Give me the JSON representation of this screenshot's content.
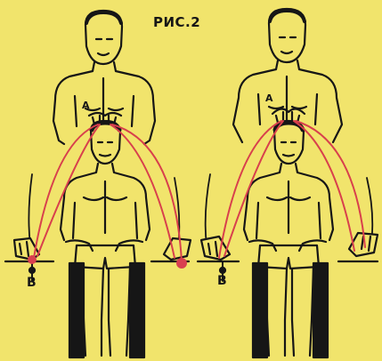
{
  "caption": "РИС.2",
  "labels": {
    "left_a": "A",
    "left_b": "B",
    "right_a": "A",
    "right_b": "B"
  },
  "colors": {
    "background": "#f1e46c",
    "ink": "#161616",
    "energy_line": "#d8404c",
    "contact_point": "#d94050"
  }
}
